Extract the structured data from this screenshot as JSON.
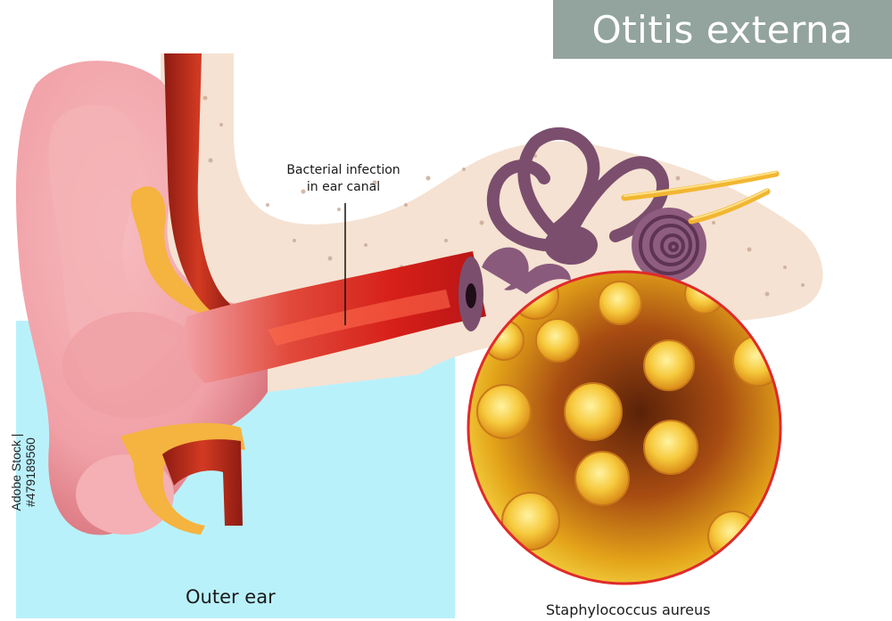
{
  "title": "Otitis externa",
  "labels": {
    "infection_line1": "Bacterial infection",
    "infection_line2": "in ear canal",
    "outer_ear": "Outer ear",
    "bacteria": "Staphylococcus aureus"
  },
  "watermark": "Adobe Stock | #479189560",
  "colors": {
    "title_bg": "#93a39d",
    "ear_skin": "#f2a6aa",
    "bone": "#f5e2d2",
    "blue_panel": "#b9f1fb",
    "infection": "#d9251a",
    "inner_ear": "#7b4e6e",
    "nerve": "#f2b632",
    "bacteria": "#e9a81c",
    "circle_border": "#e02a2a"
  }
}
